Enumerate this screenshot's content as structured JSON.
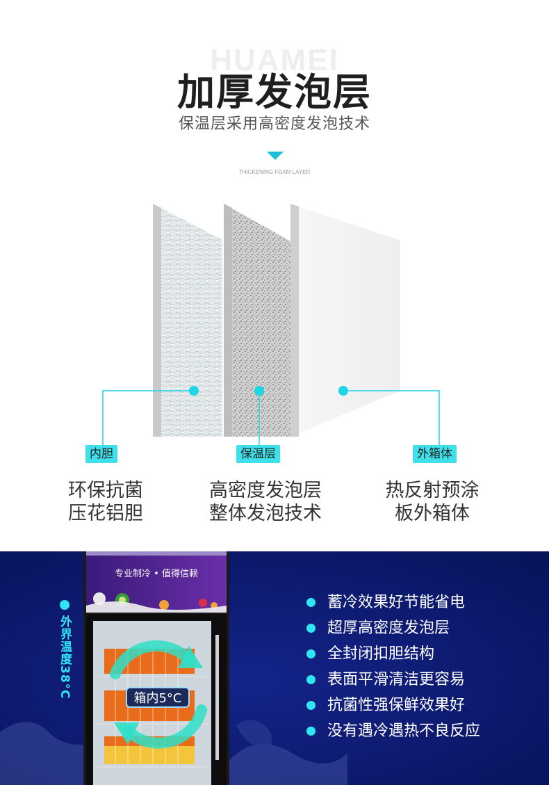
{
  "header": {
    "watermark": "HUAMEI",
    "title": "加厚发泡层",
    "subtitle": "保温层采用高密度发泡技术",
    "tag": "THICKENING FOAM LAYER"
  },
  "layers": [
    {
      "label": "内胆",
      "desc_line1": "环保抗菌",
      "desc_line2": "压花铝胆"
    },
    {
      "label": "保温层",
      "desc_line1": "高密度发泡层",
      "desc_line2": "整体发泡技术"
    },
    {
      "label": "外箱体",
      "desc_line1": "热反射预涂",
      "desc_line2": "板外箱体"
    }
  ],
  "fridge": {
    "slogan": "专业制冷 • 值得信赖",
    "inside_temp": "箱内5°C",
    "outside_temp": "外界温度38°C"
  },
  "features": [
    "蓄冷效果好节能省电",
    "超厚高密度发泡层",
    "全封闭扣胆结构",
    "表面平滑清洁更容易",
    "抗菌性强保鲜效果好",
    "没有遇冷遇热不良反应"
  ],
  "colors": {
    "accent": "#1cc0d8",
    "label_bg": "#3fe0ea",
    "bottom_bg": "#0b1a6e"
  }
}
